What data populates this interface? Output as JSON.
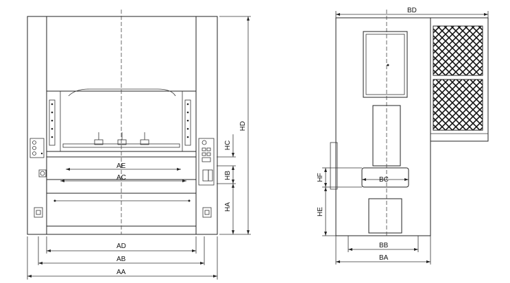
{
  "front_view": {
    "dimensions": {
      "aa": "AA",
      "ab": "AB",
      "ac": "AC",
      "ad": "AD",
      "ae": "AE",
      "ha": "HA",
      "hb": "HB",
      "hc": "HC",
      "hd": "HD"
    }
  },
  "side_view": {
    "dimensions": {
      "ba": "BA",
      "bb": "BB",
      "bc": "BC",
      "bd": "BD",
      "he": "HE",
      "hf": "HF"
    }
  },
  "colors": {
    "line": "#222222",
    "background": "#ffffff"
  }
}
